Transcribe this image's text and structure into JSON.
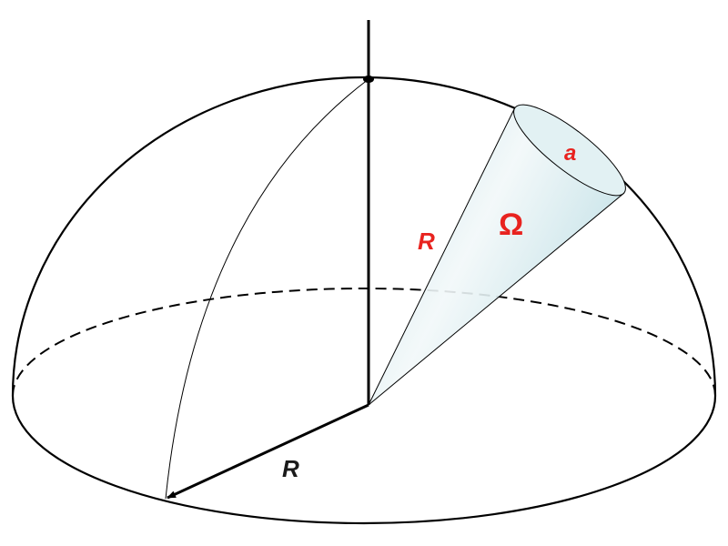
{
  "labels": {
    "radius_base": "R",
    "radius_cone": "R",
    "solid_angle": "Ω",
    "cap_radius": "a"
  },
  "colors": {
    "label_red": "#e8231f",
    "label_black": "#1a1a1a",
    "cone_fill": "#cfe8ec"
  }
}
